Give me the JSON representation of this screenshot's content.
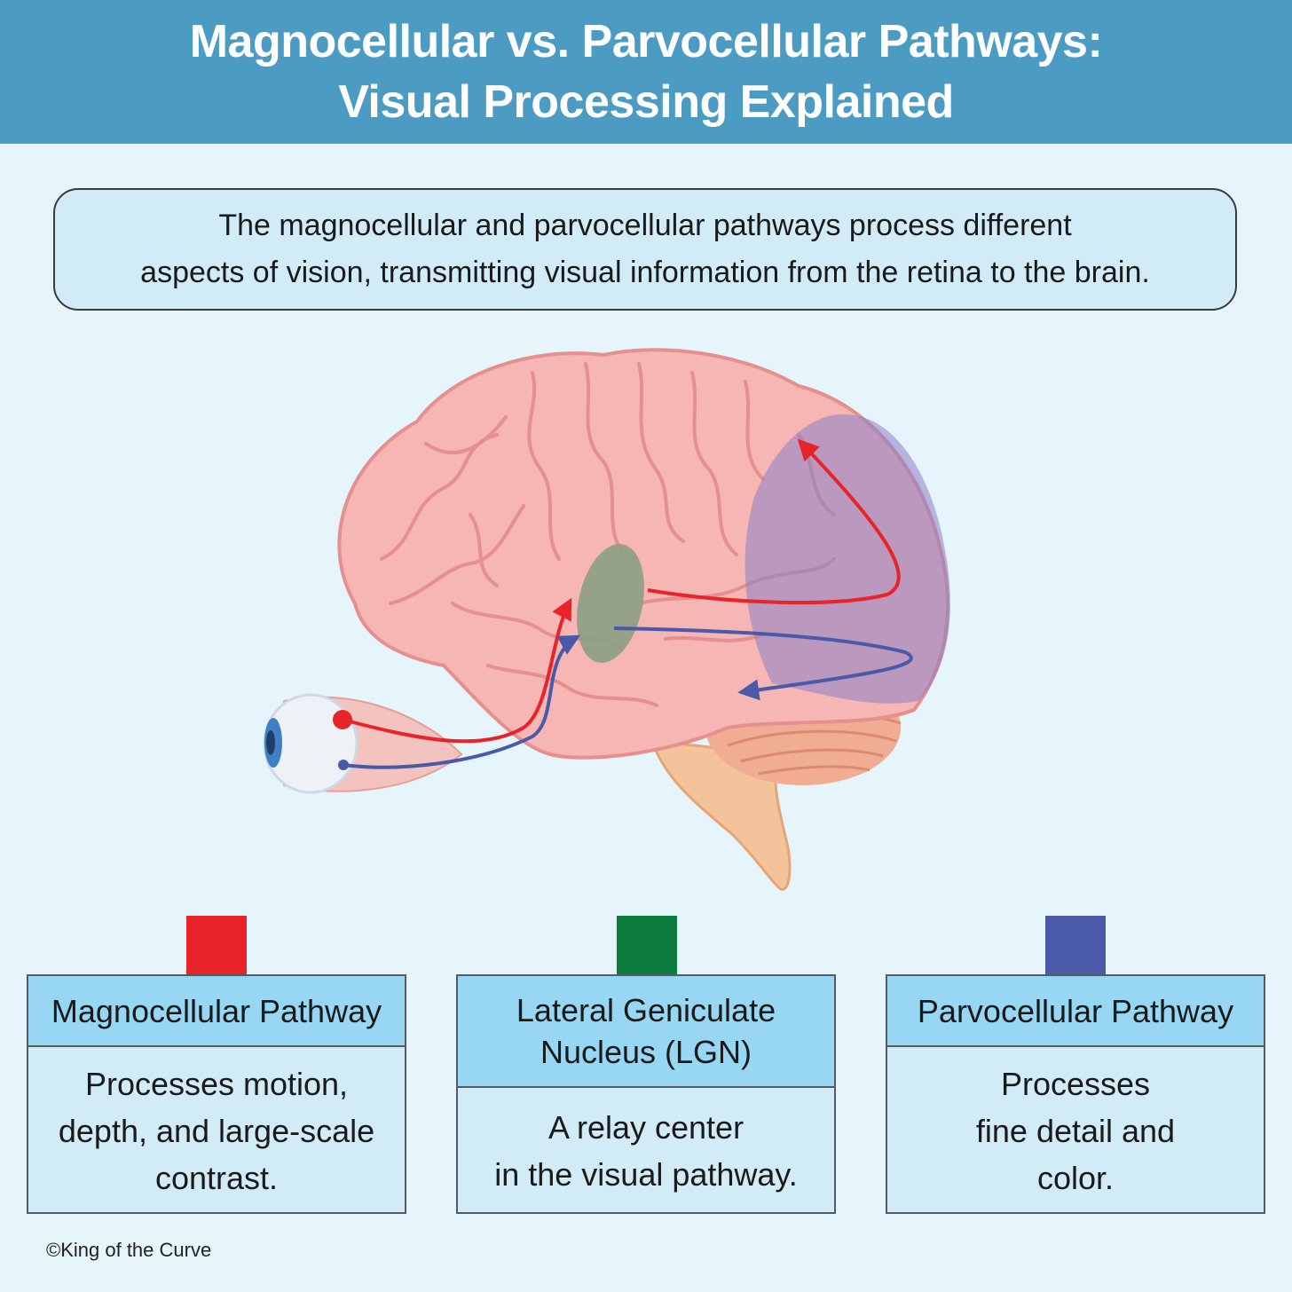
{
  "header": {
    "title_line1": "Magnocellular vs. Parvocellular Pathways:",
    "title_line2": "Visual Processing Explained"
  },
  "intro": {
    "line1": "The magnocellular and parvocellular pathways process different",
    "line2": "aspects of vision, transmitting visual information from the retina to the brain."
  },
  "colors": {
    "header_bg": "#4b9bc3",
    "background": "#e6f4fb",
    "magno_red": "#e8232a",
    "lgn_green": "#0c7d3c",
    "parvo_blue": "#4a5aa9",
    "card_head": "#97d7f3",
    "card_body": "#d2ecf7"
  },
  "illustration": {
    "subject": "brain with eye, LGN and visual cortex",
    "icons": [
      "brain-icon",
      "eye-icon",
      "cerebellum-icon",
      "brainstem-icon"
    ]
  },
  "cards": [
    {
      "key": "magno",
      "title_lines": [
        "Magnocellular Pathway"
      ],
      "body_lines": [
        "Processes motion,",
        "depth, and large-scale",
        "contrast."
      ]
    },
    {
      "key": "lgn",
      "title_lines": [
        "Lateral Geniculate",
        "Nucleus (LGN)"
      ],
      "body_lines": [
        "A relay center",
        "in the visual pathway."
      ]
    },
    {
      "key": "parvo",
      "title_lines": [
        "Parvocellular Pathway"
      ],
      "body_lines": [
        "Processes",
        "fine detail and",
        "color."
      ]
    }
  ],
  "credit": "©King of the Curve"
}
